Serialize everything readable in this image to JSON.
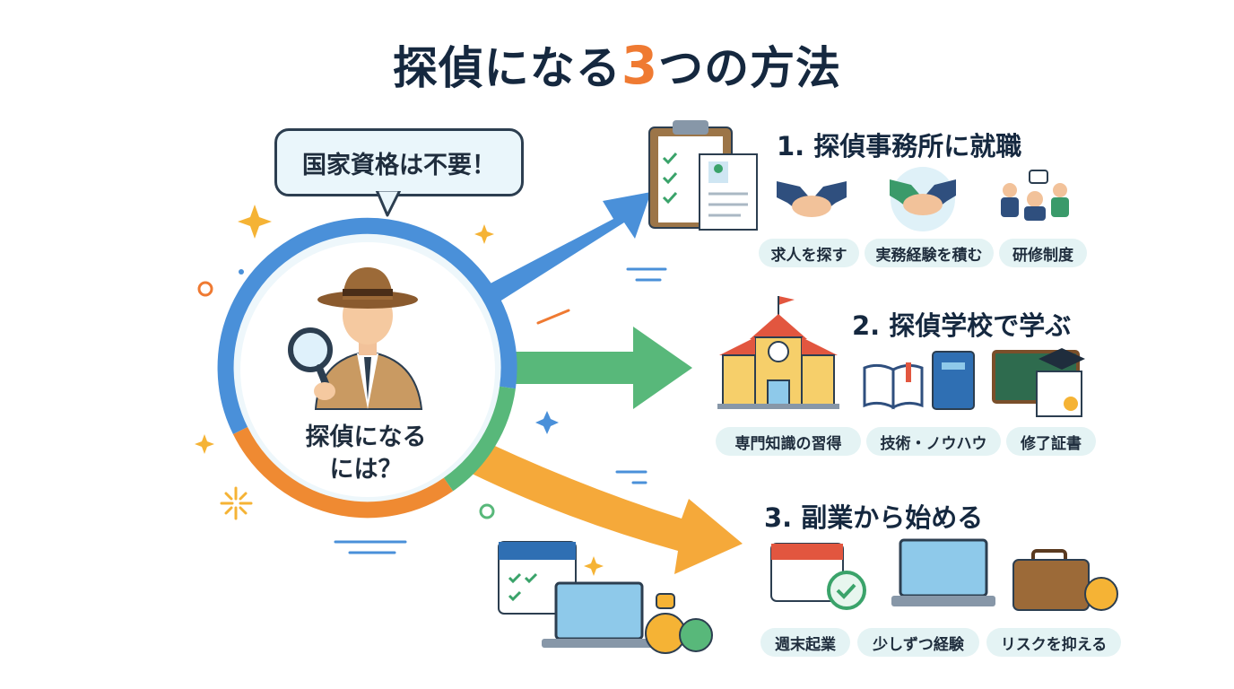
{
  "title": {
    "before": "探偵になる",
    "number": "3",
    "after": "つの方法"
  },
  "bubble": {
    "text": "国家資格は不要！"
  },
  "center": {
    "line1": "探偵になる",
    "line2": "には？"
  },
  "methods": [
    {
      "title": "1. 探偵事務所に就職",
      "items": [
        "求人を探す",
        "実務経験を積む",
        "研修制度"
      ],
      "color": "#4a90d9"
    },
    {
      "title": "2. 探偵学校で学ぶ",
      "items": [
        "専門知識の習得",
        "技術・ノウハウ",
        "修了証書"
      ],
      "color": "#58b87a"
    },
    {
      "title": "3. 副業から始める",
      "items": [
        "週末起業",
        "少しずつ経験",
        "リスクを抑える"
      ],
      "color": "#f5a93a"
    }
  ],
  "colors": {
    "accent": "#ef7a32",
    "title": "#15283f",
    "pill_bg": "#e4f3f4",
    "blue": "#4a90d9",
    "green": "#58b87a",
    "orange": "#f5a93a"
  }
}
